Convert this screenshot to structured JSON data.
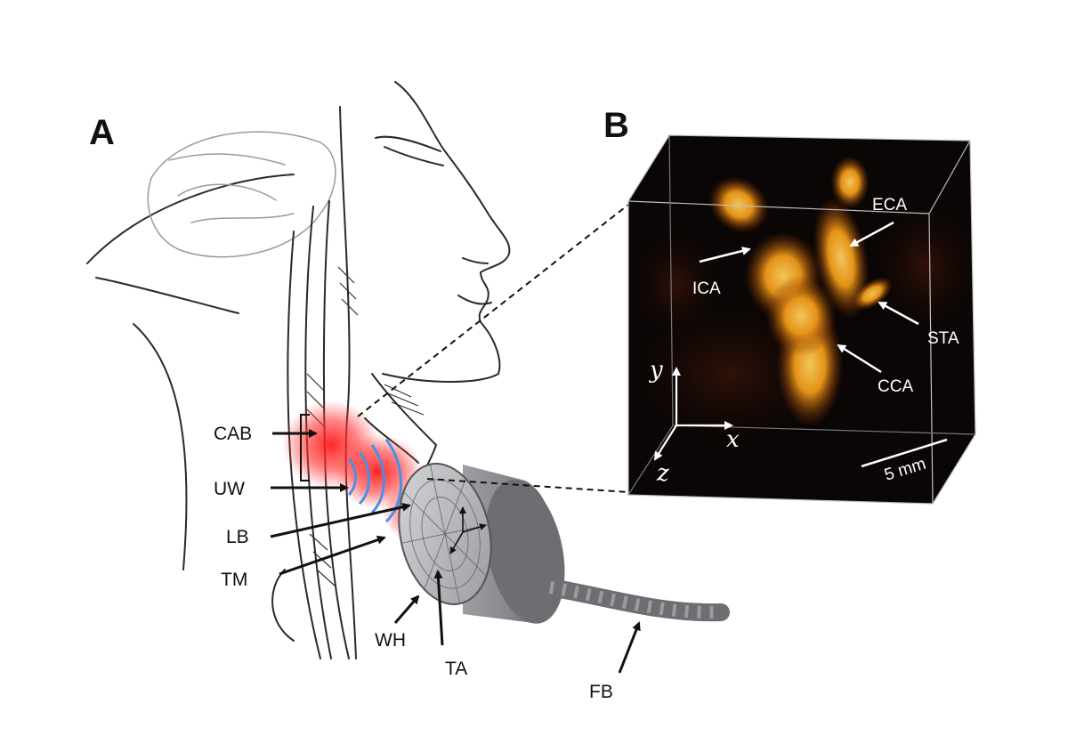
{
  "panels": {
    "a": {
      "letter": "A"
    },
    "b": {
      "letter": "B"
    }
  },
  "panel_a": {
    "callouts": [
      "CAB",
      "UW",
      "LB",
      "TM",
      "WH",
      "TA",
      "FB"
    ]
  },
  "panel_b": {
    "vessel_labels": [
      "ECA",
      "ICA",
      "STA",
      "CCA"
    ],
    "axes": {
      "y": "y",
      "x": "x",
      "z": "z"
    },
    "scale_bar": "5 mm"
  },
  "colors": {
    "cube_background": "#0a0605",
    "vessel_glow": "#ffb020",
    "beam_red": "#ff2a2a",
    "wave_blue": "#4a8fe8",
    "transducer_gray": "#8c8c90"
  }
}
